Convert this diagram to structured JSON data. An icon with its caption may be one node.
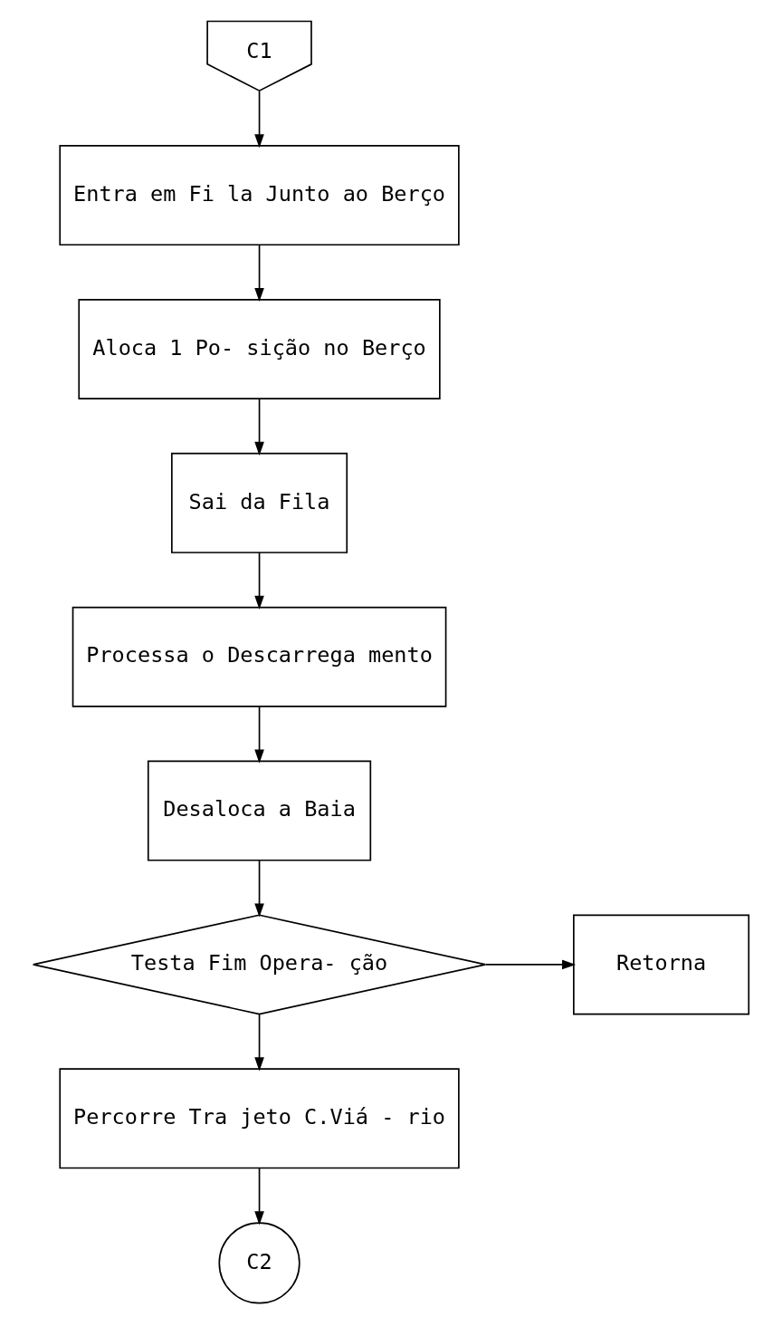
{
  "diagram": {
    "nodes": [
      {
        "text": [
          "C1"
        ]
      },
      {
        "text": [
          "Entra em Fi la Junto ao Berço"
        ]
      },
      {
        "text": [
          "Aloca 1 Po- sição no Berço"
        ]
      },
      {
        "text": [
          "Sai da Fila"
        ]
      },
      {
        "text": [
          "Processa o Descarrega mento"
        ]
      },
      {
        "text": [
          "Desaloca a Baia"
        ]
      },
      {
        "text": [
          "Testa Fim Opera- ção"
        ]
      },
      {
        "text": [
          "Retorna"
        ]
      },
      {
        "text": [
          "Percorre Tra jeto C.Viá - rio"
        ]
      },
      {
        "text": [
          "C2"
        ]
      }
    ],
    "edges": [
      {
        "from": 0,
        "to": 1,
        "arrow": "to"
      },
      {
        "from": 1,
        "to": 2,
        "arrow": "to"
      },
      {
        "from": 2,
        "to": 3,
        "arrow": "to"
      },
      {
        "from": 3,
        "to": 4,
        "arrow": "to"
      },
      {
        "from": 4,
        "to": 5,
        "arrow": "to"
      },
      {
        "from": 5,
        "to": 6,
        "arrow": "to"
      },
      {
        "from": 6,
        "to": 7,
        "arrow": "to"
      },
      {
        "from": 6,
        "to": 8,
        "arrow": "to"
      },
      {
        "from": 8,
        "to": 9,
        "arrow": "to"
      }
    ]
  }
}
